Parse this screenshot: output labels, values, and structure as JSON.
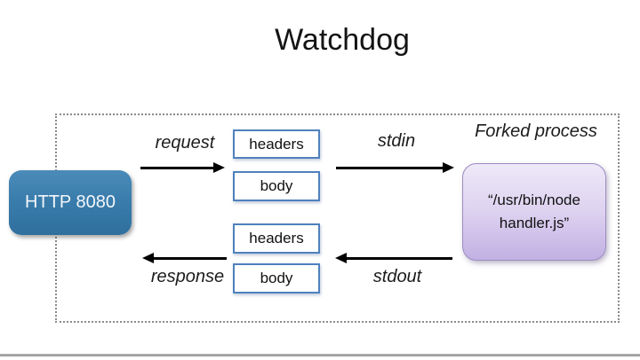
{
  "title": "Watchdog",
  "frame_label": "Forked process",
  "http_node": {
    "label": "HTTP 8080"
  },
  "process_node": {
    "line1": "“/usr/bin/node",
    "line2": "handler.js”"
  },
  "request_pipe": {
    "boxes": [
      {
        "label": "headers"
      },
      {
        "label": "body"
      }
    ]
  },
  "response_pipe": {
    "boxes": [
      {
        "label": "headers"
      },
      {
        "label": "body"
      }
    ]
  },
  "arrows": {
    "request": "request",
    "stdin": "stdin",
    "response": "response",
    "stdout": "stdout"
  },
  "colors": {
    "http_node_blue": "#3a7dac",
    "box_border_blue": "#4f81bd",
    "process_purple_top": "#eee9f8",
    "process_purple_bottom": "#c2b0e3",
    "frame_dotted_gray": "#8a8a8a",
    "bottom_bar_gray": "#a0a0a0",
    "arrow_black": "#000000"
  }
}
